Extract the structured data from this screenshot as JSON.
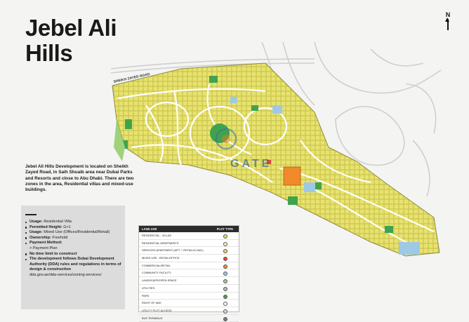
{
  "title": {
    "line1": "Jebel Ali",
    "line2": "Hills"
  },
  "north_label": "N",
  "description": "Jebel Ali Hills Development is located on Sheikh Zayed Road, in Saih Shuaib area near Dubai Parks and Resorts and close to Abu Dhabi. There are two zones in the area, Residential villas and mixed-use buildings.",
  "road_label": "SHEIKH ZAYED ROAD",
  "watermark_text": "GATE",
  "info": {
    "items": [
      {
        "label": "Usage:",
        "value": "Residential Villa"
      },
      {
        "label": "Permitted Height:",
        "value": "G+1"
      },
      {
        "label": "Usage:",
        "value": "Mixed Use (Offices/Residential/Retail)"
      },
      {
        "label": "Ownership:",
        "value": "Freehold"
      },
      {
        "label": "Payment Method:",
        "value": ""
      },
      {
        "label": "",
        "value": "> Payment Plan"
      },
      {
        "label": "No time limit to construct",
        "value": ""
      },
      {
        "label": "The development follows Dubai Development Authority (DDA) rules and regulations in terms of design & construction",
        "value": ""
      },
      {
        "label": "",
        "value": "dda.gov.ae/dda-services/zoning-services/"
      }
    ]
  },
  "legend": {
    "header_left": "LAND USE",
    "header_right": "PLOT TYPE",
    "rows": [
      {
        "label": "Residential - Villas",
        "color": "#e6e05a"
      },
      {
        "label": "Residential Apartments",
        "color": "#f4f0c0"
      },
      {
        "label": "Serviced Apartment (Apt. + Retail/Clinic)",
        "color": "#f0d070"
      },
      {
        "label": "Mixed Use - Retail/Office",
        "color": "#e0453a"
      },
      {
        "label": "Commercial/Retail",
        "color": "#f08a2a"
      },
      {
        "label": "Community Facility",
        "color": "#9ec9e6"
      },
      {
        "label": "Landscape/Open Space",
        "color": "#9fd27a"
      },
      {
        "label": "Utilities",
        "color": "#b8b8b8"
      },
      {
        "label": "Park",
        "color": "#3fa34d"
      },
      {
        "label": "Right of Way",
        "color": "#ffffff"
      },
      {
        "label": "Utility Plot Access",
        "color": "#d8d8d8"
      },
      {
        "label": "Bus Terminus",
        "color": "#7a7a7a"
      }
    ]
  },
  "colors": {
    "villa": "#dcd758",
    "park": "#3fa34d",
    "commercial": "#f08a2a",
    "community": "#9ec9e6",
    "road": "#ffffff"
  }
}
